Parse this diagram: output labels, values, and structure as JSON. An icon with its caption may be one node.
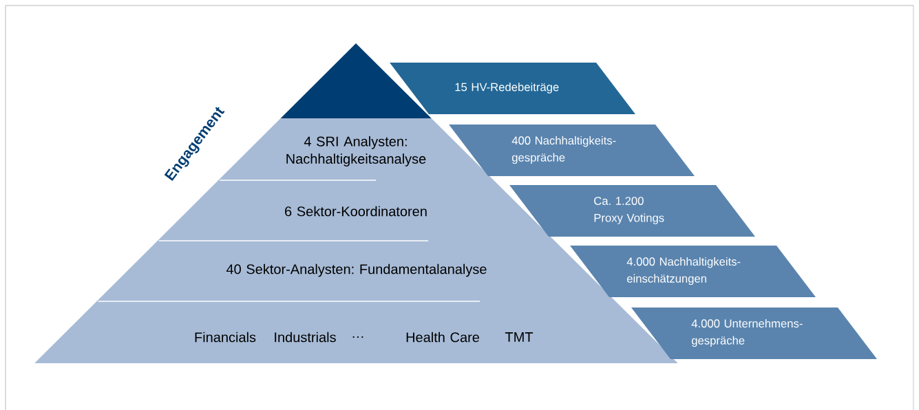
{
  "diagram": {
    "nodes": [
      {
        "text": [],
        "shape": "triangle"
      },
      {
        "text": [
          "4 SRI Analysten: Nachhaltigkeitsanalyse"
        ]
      },
      {
        "text": [
          "6 Sektor-Koordinatoren"
        ]
      },
      {
        "text": [
          "40 Sektor-Analysten: Fundamentalanalyse"
        ]
      },
      {
        "text": [
          "Financials",
          "Industrials",
          "…",
          "Health Care",
          "TMT"
        ]
      },
      {
        "text": [
          "15 HV-Redebeiträge"
        ]
      },
      {
        "text": [
          "400 Nachhaltigkeits-gespräche"
        ]
      },
      {
        "text": [
          "Ca. 1.200 Proxy Votings"
        ]
      },
      {
        "text": [
          "4.000 Nachhaltigkeits-einschätzungen"
        ]
      },
      {
        "text": [
          "4.000 Unternehmens-gespräche"
        ]
      }
    ],
    "labels": [
      "Engagement"
    ]
  }
}
